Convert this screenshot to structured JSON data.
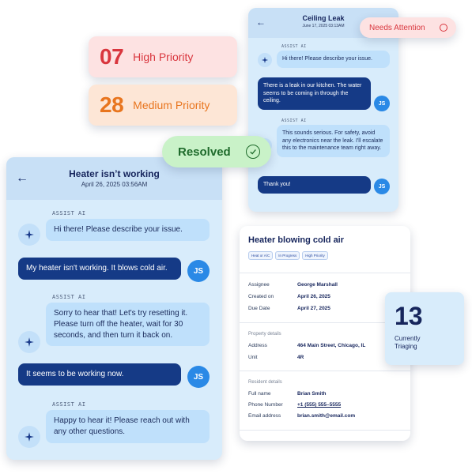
{
  "priority_cards": {
    "high": {
      "count": "07",
      "label": "High Priority"
    },
    "medium": {
      "count": "28",
      "label": "Medium Priority"
    }
  },
  "chat_small": {
    "title": "Ceiling Leak",
    "date": "June 17, 2025 03:13AM",
    "agent_label": "ASSIST AI",
    "messages": [
      {
        "from": "ai",
        "text": "Hi there! Please describe your issue."
      },
      {
        "from": "user",
        "text": "There is a leak in our kitchen. The water seems to be coming in through the ceiling."
      },
      {
        "from": "ai",
        "text": "This sounds serious. For safety, avoid any electronics near the leak. I'll escalate this to the maintenance team right away."
      },
      {
        "from": "user",
        "text": "Thank you!"
      }
    ],
    "user_initials": "JS"
  },
  "status_pills": {
    "attention": "Needs Attention",
    "resolved": "Resolved"
  },
  "chat_large": {
    "title": "Heater isn’t working",
    "date": "April 26, 2025 03:56AM",
    "agent_label": "ASSIST AI",
    "messages": [
      {
        "from": "ai",
        "text": "Hi there! Please describe your issue."
      },
      {
        "from": "user",
        "text": "My heater isn't working. It blows cold air."
      },
      {
        "from": "ai",
        "text": "Sorry to hear that! Let's try resetting it. Please turn off the heater, wait for 30 seconds, and then turn it back on."
      },
      {
        "from": "user",
        "text": "It seems to be working now."
      },
      {
        "from": "ai",
        "text": "Happy to hear it! Please reach out with any other questions."
      }
    ],
    "user_initials": "JS"
  },
  "ticket": {
    "title": "Heater blowing cold air",
    "tags": [
      "Heat or A/C",
      "In Progress",
      "High Priority"
    ],
    "assignee_label": "Assignee",
    "assignee": "George Marshall",
    "created_label": "Created on",
    "created": "April 26, 2025",
    "due_label": "Due Date",
    "due": "April 27, 2025",
    "property_section": "Property details",
    "address_label": "Address",
    "address": "464 Main Street, Chicago, IL",
    "unit_label": "Unit",
    "unit": "4R",
    "resident_section": "Resident details",
    "name_label": "Full name",
    "name": "Brian Smith",
    "phone_label": "Phone Number",
    "phone": "+1 (555) 555–5555",
    "email_label": "Email address",
    "email": "brian.smith@email.com"
  },
  "triage": {
    "count": "13",
    "label": "Currently Triaging"
  },
  "colors": {
    "high": "#d9363e",
    "medium": "#e8751e",
    "user_bubble": "#153a86",
    "ai_bubble": "#bfe0fb",
    "resolved": "#1f6b2c",
    "avatar": "#2a89e6"
  },
  "icons": {
    "back": "arrow-left-icon",
    "assistant": "sparkle-icon",
    "resolved": "check-circle-icon",
    "attention": "circle-icon"
  }
}
